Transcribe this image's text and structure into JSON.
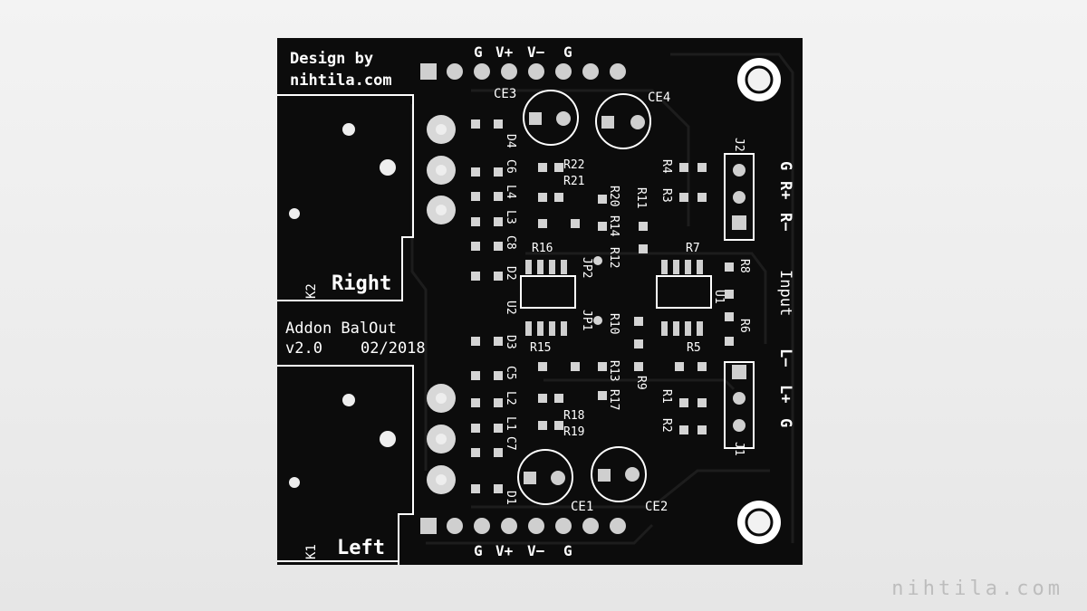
{
  "board": {
    "design_credit_line1": "Design by",
    "design_credit_line2": "nihtila.com",
    "product_line1": "Addon BalOut",
    "product_line2_version": "v2.0",
    "product_line2_date": "02/2018",
    "right_label": "Right",
    "left_label": "Left",
    "connector_k2": "K2",
    "connector_k1": "K1",
    "input_label": "Input",
    "top_power_pins": [
      "G",
      "V+",
      "V−",
      "G"
    ],
    "bottom_power_pins": [
      "G",
      "V+",
      "V−",
      "G"
    ],
    "right_side_pins_top": [
      "G",
      "R+",
      "R−"
    ],
    "right_side_pins_bottom": [
      "L−",
      "L+",
      "G"
    ],
    "capacitor_labels": [
      "CE1",
      "CE2",
      "CE3",
      "CE4"
    ],
    "header_labels": [
      "J1",
      "J2",
      "JP1",
      "JP2"
    ],
    "ic_labels": [
      "U1",
      "U2"
    ],
    "diode_labels": [
      "D1",
      "D2",
      "D3",
      "D4"
    ],
    "inductor_labels": [
      "L1",
      "L2",
      "L3",
      "L4"
    ],
    "cap_smd_labels": [
      "C5",
      "C6",
      "C7",
      "C8"
    ],
    "resistor_labels": [
      "R1",
      "R2",
      "R3",
      "R4",
      "R5",
      "R6",
      "R7",
      "R8",
      "R9",
      "R10",
      "R11",
      "R12",
      "R13",
      "R14",
      "R15",
      "R16",
      "R17",
      "R18",
      "R19",
      "R20",
      "R21",
      "R22"
    ]
  },
  "watermark": "nihtila.com"
}
